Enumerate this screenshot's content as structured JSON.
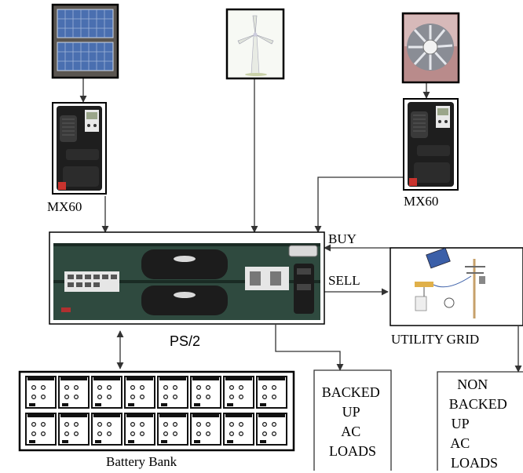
{
  "components": {
    "solar_panel": {
      "icon": "solar-panel-icon"
    },
    "wind_turbine": {
      "icon": "wind-turbine-icon"
    },
    "hydro_turbine": {
      "icon": "hydro-turbine-icon"
    },
    "charge_controller_left": {
      "label": "MX60",
      "icon": "charge-controller-icon"
    },
    "charge_controller_right": {
      "label": "MX60",
      "icon": "charge-controller-icon"
    },
    "inverter": {
      "label": "PS/2",
      "icon": "inverter-stack-icon"
    },
    "utility_grid": {
      "label": "UTILITY GRID",
      "icon": "utility-grid-icon"
    },
    "battery_bank": {
      "label": "Battery Bank",
      "icon": "battery-bank-icon"
    },
    "backed_up_loads": {
      "lines": [
        "BACKED",
        "UP",
        "AC",
        "LOADS"
      ]
    },
    "non_backed_up_loads": {
      "lines": [
        "NON",
        "BACKED",
        "UP",
        "AC",
        "LOADS"
      ]
    }
  },
  "flows": {
    "buy_label": "BUY",
    "sell_label": "SELL"
  },
  "colors": {
    "line": "#333333",
    "inverter_body": "#2f4a3f",
    "solar_cell": "#4a6fb0",
    "controller_body": "#1e1e1e"
  }
}
